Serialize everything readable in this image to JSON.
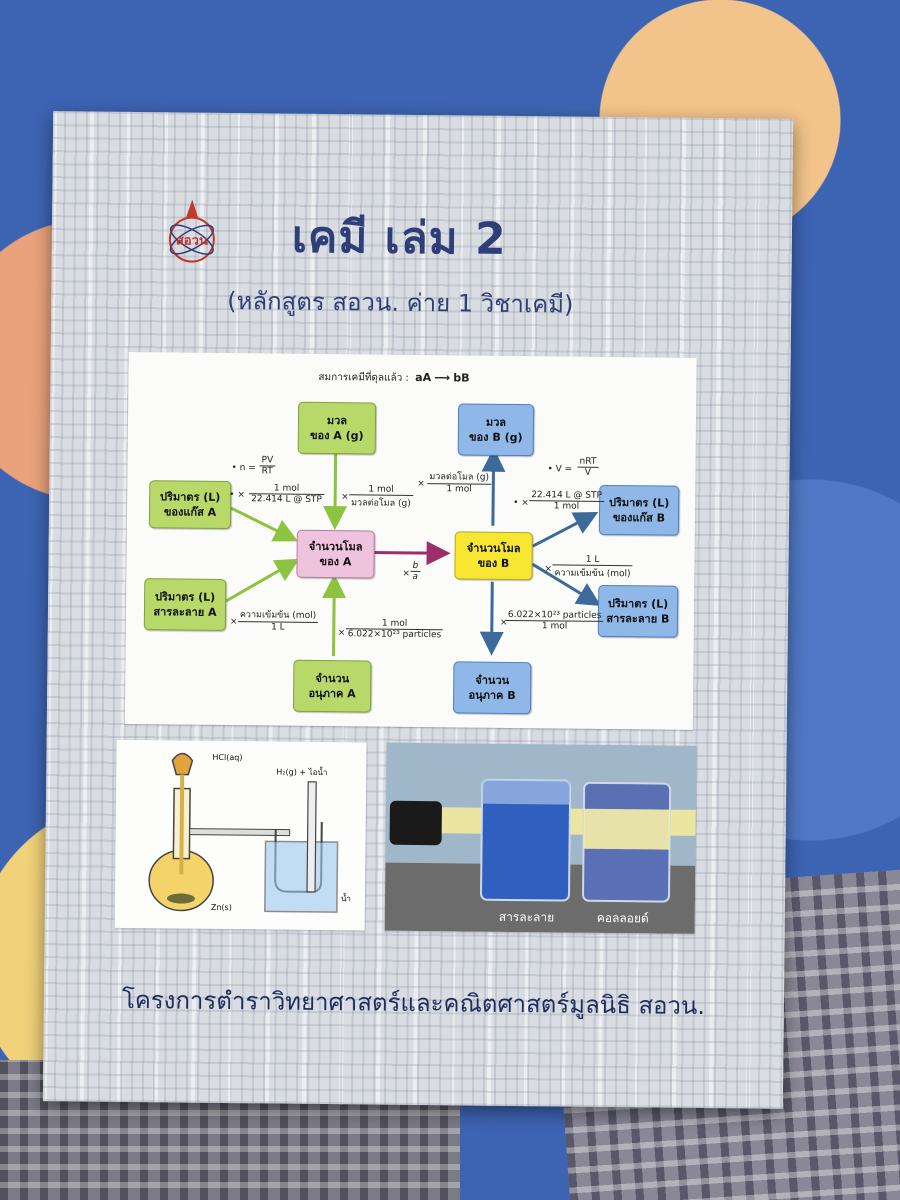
{
  "cover": {
    "title": "เคมี เล่ม 2",
    "subtitle": "(หลักสูตร สอวน. ค่าย 1 วิชาเคมี)",
    "publisher": "โครงการตำราวิทยาศาสตร์และคณิตศาสตร์มูลนิธิ สอวน.",
    "logo_text": "สอวน"
  },
  "diagram": {
    "equation_label": "สมการเคมีที่ดุลแล้ว :",
    "equation_lhs": "aA",
    "equation_arrow": "⟶",
    "equation_rhs": "bB",
    "boxes": {
      "mass_a": [
        "มวล",
        "ของ A (g)"
      ],
      "mass_b": [
        "มวล",
        "ของ B (g)"
      ],
      "gas_a": [
        "ปริมาตร (L)",
        "ของแก๊ส A"
      ],
      "gas_b": [
        "ปริมาตร (L)",
        "ของแก๊ส B"
      ],
      "mol_a": [
        "จำนวนโมล",
        "ของ A"
      ],
      "mol_b": [
        "จำนวนโมล",
        "ของ B"
      ],
      "sol_a": [
        "ปริมาตร (L)",
        "สารละลาย A"
      ],
      "sol_b": [
        "ปริมาตร (L)",
        "สารละลาย B"
      ],
      "part_a": [
        "จำนวน",
        "อนุภาค A"
      ],
      "part_b": [
        "จำนวน",
        "อนุภาค B"
      ]
    },
    "labels": {
      "n_eq_num": "PV",
      "n_eq_den": "RT",
      "n_eq_prefix": "• n =",
      "v_eq_num": "nRT",
      "v_eq_den": "V",
      "v_eq_prefix": "• V =",
      "gas_a_num": "1 mol",
      "gas_a_den": "22.414 L @ STP",
      "mass_a_num": "1 mol",
      "mass_a_den": "มวลต่อโมล (g)",
      "mass_b_num": "มวลต่อโมล (g)",
      "mass_b_den": "1 mol",
      "gas_b_num": "22.414 L @ STP",
      "gas_b_den": "1 mol",
      "ratio_num": "b",
      "ratio_den": "a",
      "sol_b_num": "1 L",
      "sol_b_den": "ความเข้มข้น (mol)",
      "sol_a_num": "ความเข้มข้น (mol)",
      "sol_a_den": "1 L",
      "part_a_num": "1 mol",
      "part_a_den": "6.022×10²³ particles",
      "part_b_num": "6.022×10²³ particles",
      "part_b_den": "1 mol",
      "times": "×",
      "bullet_times": "• ×"
    }
  },
  "photo_left": {
    "hcl": "HCl(aq)",
    "h2": "H₂(g) + ไอน้ำ",
    "water": "น้ำ",
    "zn": "Zn(s)"
  },
  "photo_right": {
    "solution": "สารละลาย",
    "colloid": "คอลลอยด์"
  },
  "colors": {
    "title": "#2e3e78",
    "green_box": "#b8d86a",
    "blue_box": "#8fb8e8",
    "mol_a": "#efc2dd",
    "mol_b": "#f7e733",
    "green_arrow": "#8cc33f",
    "blue_arrow": "#3c6a9a",
    "ratio_arrow": "#9b2f6b"
  }
}
